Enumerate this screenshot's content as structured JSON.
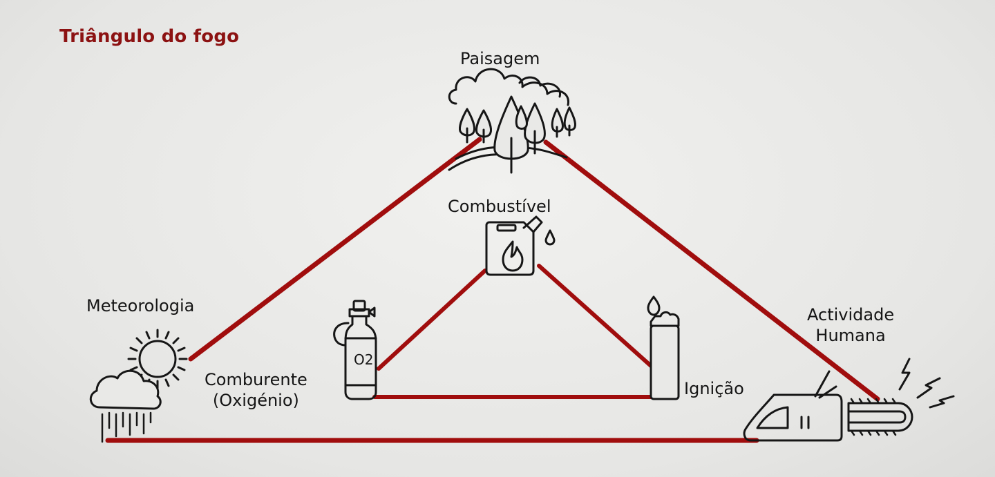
{
  "title": "Triângulo do fogo",
  "colors": {
    "title": "#8c1212",
    "lines": "#a00d0d",
    "background": "#e9e9e7",
    "icons": "#161616"
  },
  "outer_triangle": {
    "top": {
      "label": "Paisagem",
      "icon": "forest-icon"
    },
    "left": {
      "label": "Meteorologia",
      "icon": "sun-rain-cloud-icon"
    },
    "right": {
      "label_line1": "Actividade",
      "label_line2": "Humana",
      "icon": "chainsaw-icon"
    }
  },
  "inner_triangle": {
    "top": {
      "label": "Combustível",
      "icon": "fuel-can-icon"
    },
    "left": {
      "label_line1": "Comburente",
      "label_line2": "(Oxigénio)",
      "icon": "oxygen-tank-icon",
      "tank_text": "O2"
    },
    "right": {
      "label": "Ignição",
      "icon": "lighter-icon"
    }
  }
}
